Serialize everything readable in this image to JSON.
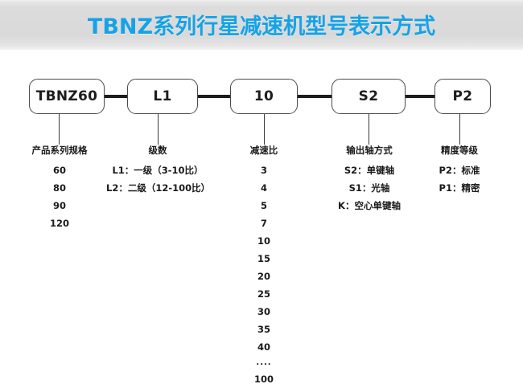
{
  "header": {
    "title": "TBNZ系列行星减速机型号表示方式",
    "accent_color": "#16a2e6",
    "band_color": "#dcdcdc"
  },
  "model_code": {
    "boxes": [
      {
        "label": "TBNZ60"
      },
      {
        "label": "L1"
      },
      {
        "label": "10"
      },
      {
        "label": "S2"
      },
      {
        "label": "P2"
      }
    ]
  },
  "legend": {
    "columns": [
      {
        "title": "产品系列规格",
        "items": [
          "60",
          "80",
          "90",
          "120"
        ]
      },
      {
        "title": "级数",
        "items": [
          "L1：一级（3-10比）",
          "L2：二级（12-100比）"
        ]
      },
      {
        "title": "减速比",
        "items": [
          "3",
          "4",
          "5",
          "7",
          "10",
          "15",
          "20",
          "25",
          "30",
          "35",
          "40",
          "....",
          "100"
        ]
      },
      {
        "title": "输出轴方式",
        "items": [
          "S2：单键轴",
          "S1：光轴",
          "K：空心单键轴"
        ]
      },
      {
        "title": "精度等级",
        "items": [
          "P2：标准",
          "P1：精密"
        ]
      }
    ]
  }
}
